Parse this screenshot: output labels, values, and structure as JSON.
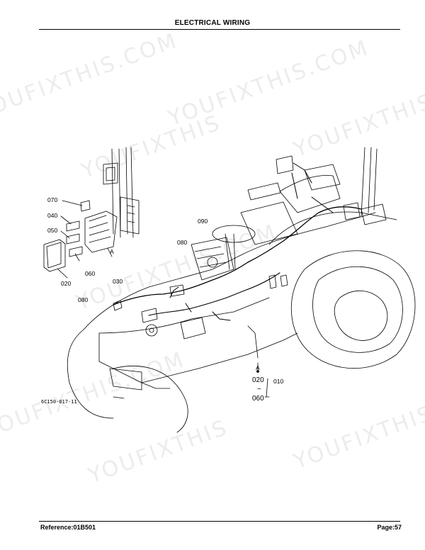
{
  "header": {
    "title": "ELECTRICAL WIRING"
  },
  "figure": {
    "code": "6C150-017-11",
    "callouts": {
      "c070": "070",
      "c040": "040",
      "c050": "050",
      "c060": "060",
      "c020": "020",
      "cA1": "A",
      "c090": "090",
      "c080a": "080",
      "c030": "030",
      "c080b": "080",
      "cA2": "A",
      "c020b": "020",
      "tilde": "~",
      "c060b": "060",
      "c010": "010"
    }
  },
  "footer": {
    "reference": "Reference:01B501",
    "page": "Page:57"
  },
  "watermarks": [
    "YOUFIXTHIS.COM",
    "YOUFIXTHIS",
    "YOUFIXTHIS",
    "YOUFIXTHIS.COM",
    "YOUFIXTHIS.COM",
    "YOUFIXTHIS",
    "YOUFIXTHIS",
    "YOUFIXTHIS.COM"
  ]
}
